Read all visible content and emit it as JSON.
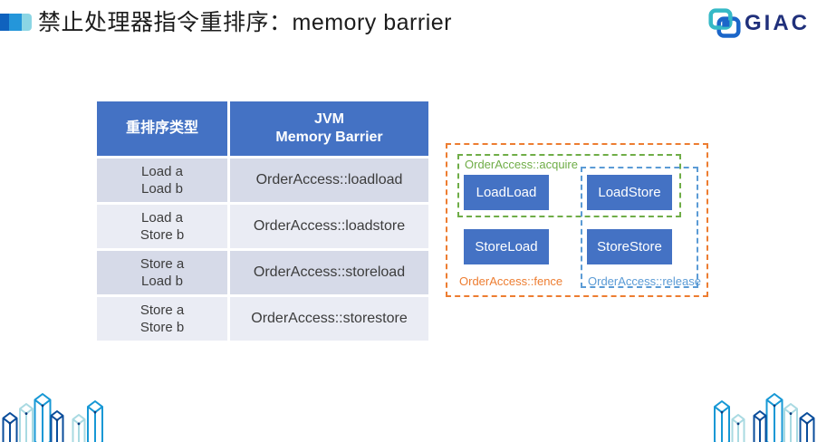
{
  "slide": {
    "title": "禁止处理器指令重排序：memory barrier"
  },
  "logo": {
    "text": "GIAC"
  },
  "table": {
    "headers": [
      "重排序类型",
      "JVM\nMemory Barrier"
    ],
    "rows": [
      {
        "type": "Load a\nLoad b",
        "barrier": "OrderAccess::loadload"
      },
      {
        "type": "Load a\nStore b",
        "barrier": "OrderAccess::loadstore"
      },
      {
        "type": "Store a\nLoad b",
        "barrier": "OrderAccess::storeload"
      },
      {
        "type": "Store a\nStore b",
        "barrier": "OrderAccess::storestore"
      }
    ]
  },
  "diagram": {
    "boxes": {
      "top_left": "LoadLoad",
      "top_right": "LoadStore",
      "bottom_left": "StoreLoad",
      "bottom_right": "StoreStore"
    },
    "labels": {
      "acquire": "OrderAccess::acquire",
      "fence": "OrderAccess::fence",
      "release": "OrderAccess::release"
    }
  },
  "colors": {
    "accent_blue": "#4472C4",
    "band_dark": "#D6DAE8",
    "band_light": "#EAECF4",
    "acquire_green": "#6FAD47",
    "fence_orange": "#ED7D31",
    "release_blue": "#5B9BD5",
    "logo_navy": "#20307B",
    "marker_dark": "#0F62BE",
    "marker_mid": "#2496DA",
    "marker_light": "#8BD5E4"
  }
}
